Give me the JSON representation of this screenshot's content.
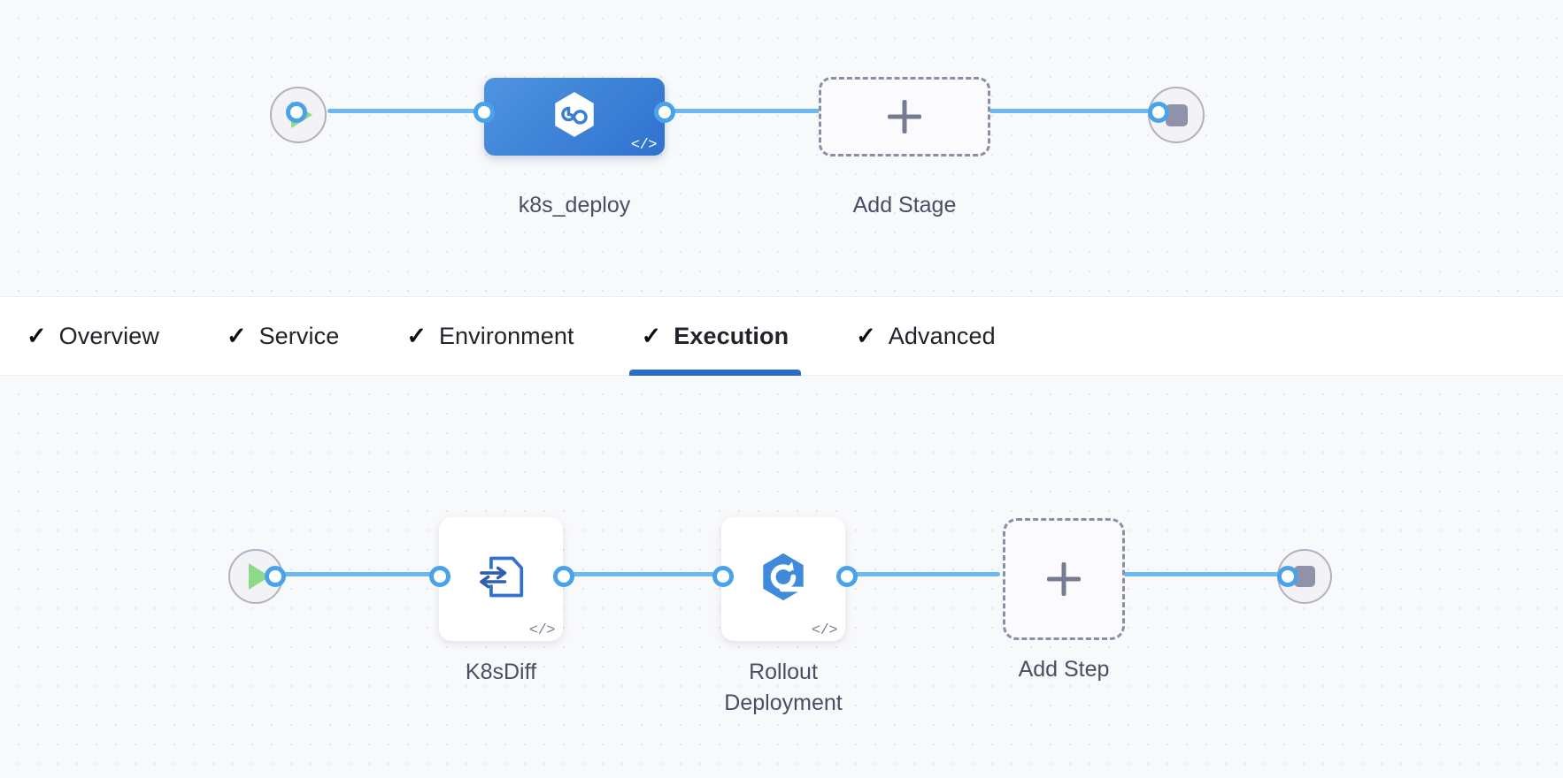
{
  "stage_graph": {
    "start_node": {
      "icon": "play-icon",
      "name": "pipeline-start"
    },
    "end_node": {
      "icon": "stop-icon",
      "name": "pipeline-end"
    },
    "stages": [
      {
        "label": "k8s_deploy",
        "icon": "harness-cd-hexagon-icon",
        "code_glyph": "</>",
        "selected": true,
        "color": "#3a7fd5"
      }
    ],
    "add_stage": {
      "label": "Add Stage",
      "icon": "plus-icon"
    }
  },
  "tabs": [
    {
      "label": "Overview",
      "icon": "check-icon",
      "active": false
    },
    {
      "label": "Service",
      "icon": "check-icon",
      "active": false
    },
    {
      "label": "Environment",
      "icon": "check-icon",
      "active": false
    },
    {
      "label": "Execution",
      "icon": "check-icon",
      "active": true
    },
    {
      "label": "Advanced",
      "icon": "check-icon",
      "active": false
    }
  ],
  "step_graph": {
    "start_node": {
      "icon": "play-icon",
      "name": "execution-start"
    },
    "end_node": {
      "icon": "stop-icon",
      "name": "execution-end"
    },
    "steps": [
      {
        "label": "K8sDiff",
        "icon": "k8s-diff-document-icon",
        "code_glyph": "</>"
      },
      {
        "label": "Rollout\nDeployment",
        "icon": "rollout-hexagon-icon",
        "code_glyph": "</>"
      }
    ],
    "add_step": {
      "label": "Add Step",
      "icon": "plus-icon"
    }
  },
  "colors": {
    "accent_blue": "#2c6bc4",
    "wire_blue": "#6bb9f0",
    "port_blue": "#4aa3e8",
    "node_blue": "#3a7fd5",
    "play_green": "#8ed98a",
    "stop_gray": "#8f92a8",
    "canvas_bg": "#f8f9fb"
  }
}
